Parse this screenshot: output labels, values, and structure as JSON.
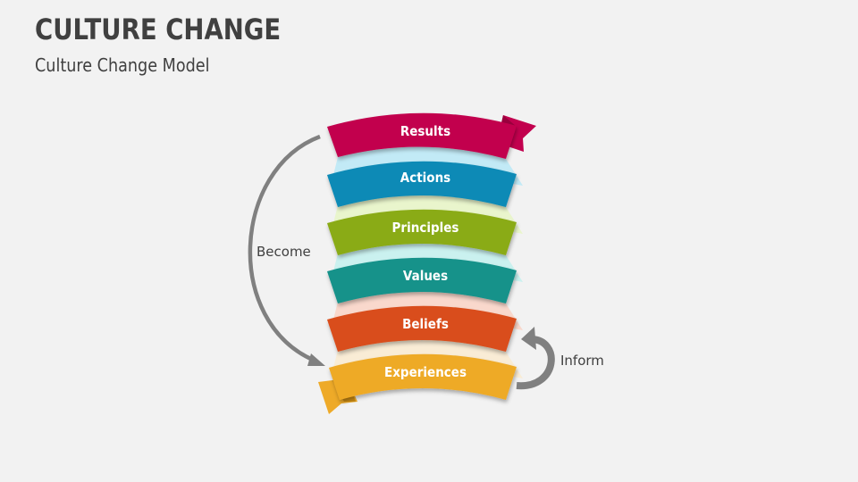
{
  "header": {
    "title": "CULTURE CHANGE",
    "subtitle": "Culture Change Model"
  },
  "diagram": {
    "ribbons": [
      {
        "label": "Results",
        "color": "#c2004e",
        "glow": "#bde9f6"
      },
      {
        "label": "Actions",
        "color": "#0b8ab6",
        "glow": "#e8f5c8"
      },
      {
        "label": "Principles",
        "color": "#8aab14",
        "glow": "#c5f1ee"
      },
      {
        "label": "Values",
        "color": "#13928a",
        "glow": "#f9d5c8"
      },
      {
        "label": "Beliefs",
        "color": "#d94d1a",
        "glow": "#f9ebd2"
      },
      {
        "label": "Experiences",
        "color": "#eeaa28",
        "glow": ""
      }
    ],
    "arrows": {
      "become_label": "Become",
      "inform_label": "Inform",
      "arrow_color": "#808080"
    }
  }
}
